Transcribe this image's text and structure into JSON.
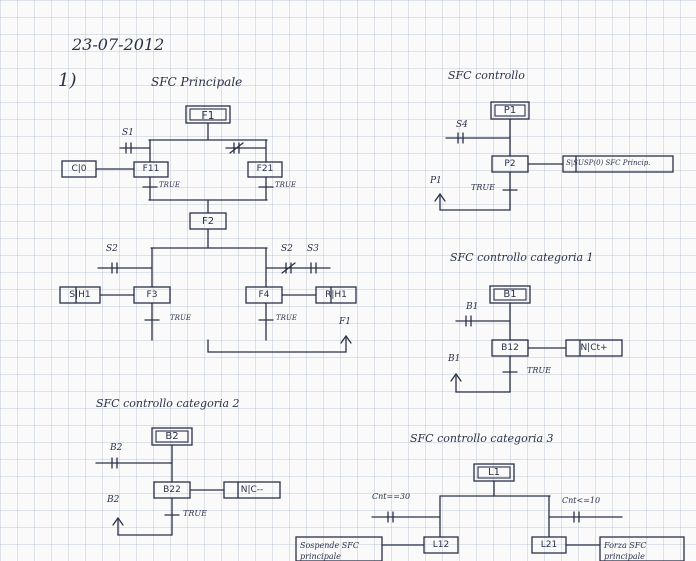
{
  "date": "23-07-2012",
  "exercise": "1)",
  "sfc_principale": {
    "title": "SFC Principale",
    "steps": {
      "f1": "F1",
      "f11": "F11",
      "f21": "F21",
      "f2": "F2",
      "f3": "F3",
      "f4": "F4"
    },
    "transitions": {
      "s1": "S1",
      "true_a": "TRUE",
      "true_b": "TRUE",
      "s2": "S2",
      "s2b": "S2",
      "s3": "S3",
      "true_c": "TRUE",
      "true_d": "TRUE",
      "jump_f1": "F1"
    },
    "actions": {
      "c0": "C|0",
      "s_h1": "S|H1",
      "r_h1": "R|H1"
    }
  },
  "sfc_controllo": {
    "title": "SFC controllo",
    "steps": {
      "p1": "P1",
      "p2": "P2"
    },
    "transitions": {
      "s4": "S4",
      "true": "TRUE",
      "jump_p1": "P1"
    },
    "actions": {
      "action": "S|SUSP(0) SFC Princip."
    }
  },
  "sfc_cat1": {
    "title": "SFC controllo categoria 1",
    "steps": {
      "b1": "B1",
      "b12": "B12"
    },
    "transitions": {
      "b1": "B1",
      "true": "TRUE",
      "jump_b1": "B1"
    },
    "actions": {
      "n_ct": "N|Ct+"
    }
  },
  "sfc_cat2": {
    "title": "SFC controllo categoria 2",
    "steps": {
      "b2": "B2",
      "b22": "B22"
    },
    "transitions": {
      "b2": "B2",
      "true": "TRUE",
      "jump_b2": "B2"
    },
    "actions": {
      "n_c": "N|C--"
    }
  },
  "sfc_cat3": {
    "title": "SFC controllo categoria 3",
    "steps": {
      "l1": "L1",
      "l12": "L12",
      "l21": "L21"
    },
    "transitions": {
      "cnt_eq": "Cnt==30",
      "cnt_le": "Cnt<=10"
    },
    "actions": {
      "susp": "Sospende SFC principale",
      "forza": "Forza SFC principale"
    }
  }
}
